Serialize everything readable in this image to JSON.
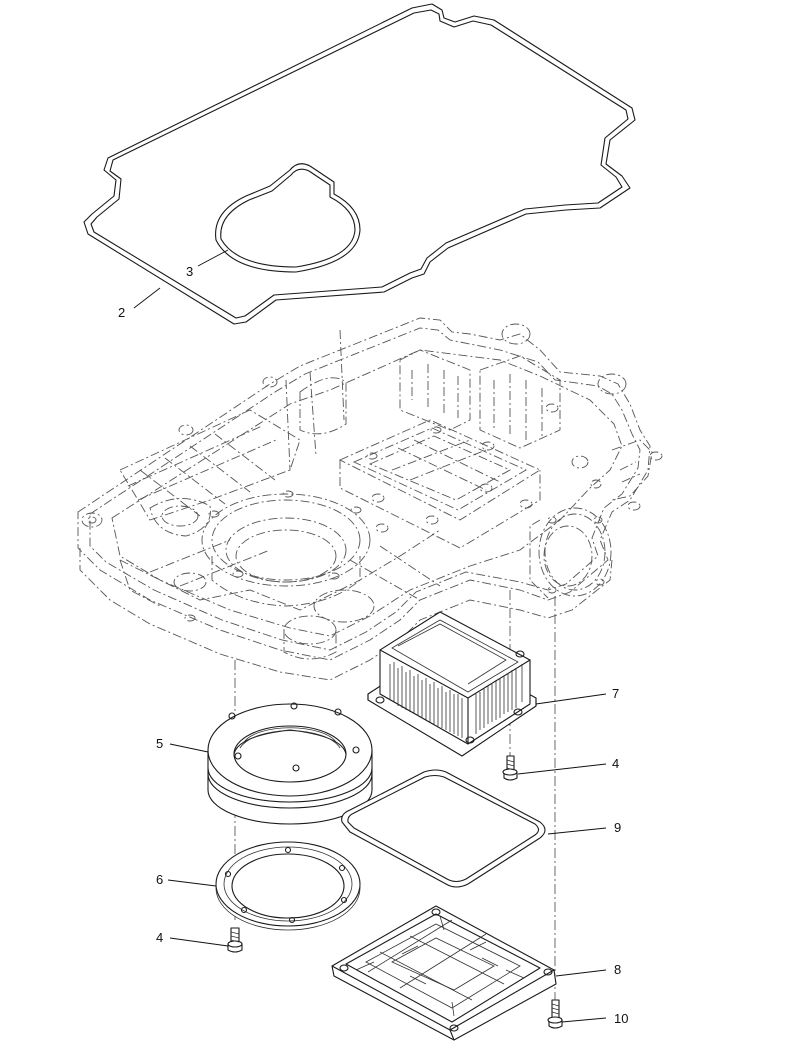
{
  "callouts": [
    {
      "id": "c2",
      "label": "2"
    },
    {
      "id": "c3",
      "label": "3"
    },
    {
      "id": "c5",
      "label": "5"
    },
    {
      "id": "c6",
      "label": "6"
    },
    {
      "id": "c4a",
      "label": "4"
    },
    {
      "id": "c7",
      "label": "7"
    },
    {
      "id": "c4b",
      "label": "4"
    },
    {
      "id": "c9",
      "label": "9"
    },
    {
      "id": "c8",
      "label": "8"
    },
    {
      "id": "c10",
      "label": "10"
    }
  ]
}
